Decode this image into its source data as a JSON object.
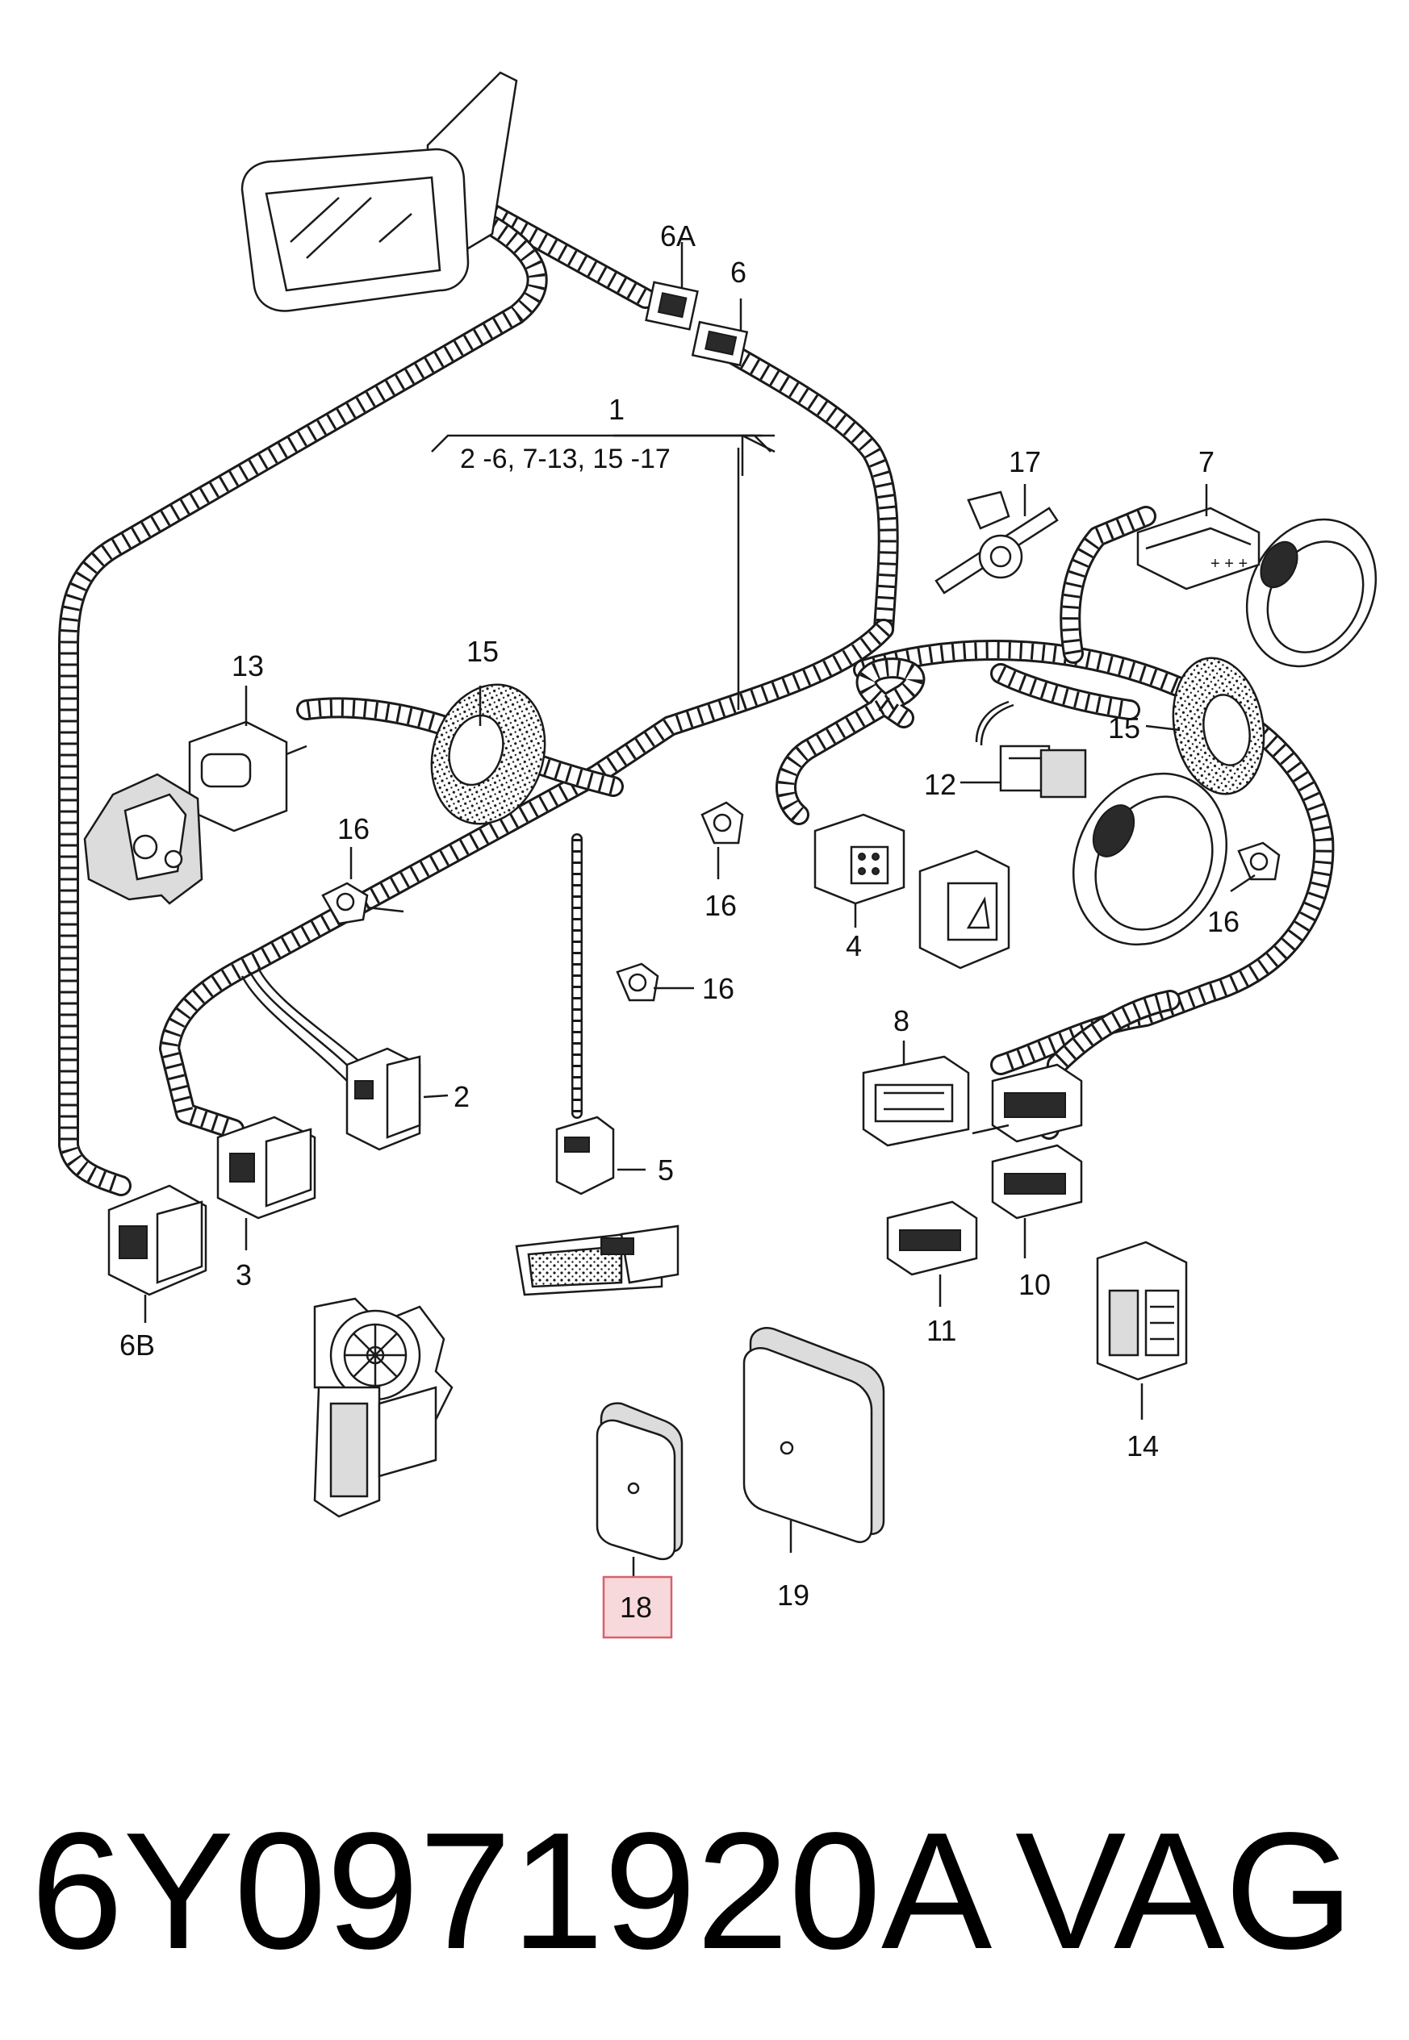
{
  "diagram": {
    "group_label": {
      "number": "1",
      "range": "2 -6, 7-13, 15 -17"
    },
    "callouts": {
      "c1": "1",
      "c2": "2",
      "c3": "3",
      "c4": "4",
      "c5": "5",
      "c6": "6",
      "c6a": "6A",
      "c6b": "6B",
      "c7": "7",
      "c8": "8",
      "c10": "10",
      "c11": "11",
      "c12": "12",
      "c13": "13",
      "c14": "14",
      "c15a": "15",
      "c15b": "15",
      "c16a": "16",
      "c16b": "16",
      "c16c": "16",
      "c16d": "16",
      "c17": "17",
      "c18": "18",
      "c19": "19"
    },
    "highlighted_callout": "18",
    "highlight_color": "#f7d9dc",
    "highlight_border": "#d9606a"
  },
  "footer": {
    "part_number": "6Y0971920A",
    "brand": "VAG"
  }
}
